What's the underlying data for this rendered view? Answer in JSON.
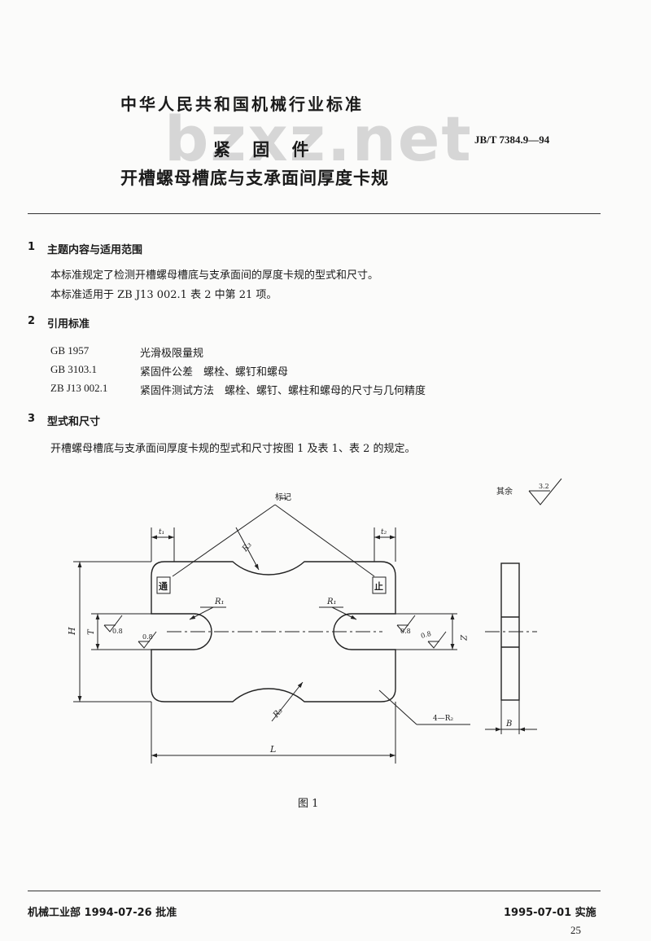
{
  "header": {
    "organization": "中华人民共和国机械行业标准",
    "standard_number": "JB/T 7384.9—94",
    "watermark": "bzxz.net"
  },
  "title": {
    "line1": "紧 固 件",
    "line2": "开槽螺母槽底与支承面间厚度卡规"
  },
  "sections": [
    {
      "number": "1",
      "title": "主题内容与适用范围",
      "paragraphs": [
        "本标准规定了检测开槽螺母槽底与支承面间的厚度卡规的型式和尺寸。",
        "本标准适用于 ZB J13 002.1 表 2 中第 21 项。"
      ]
    },
    {
      "number": "2",
      "title": "引用标准",
      "references": [
        {
          "code": "GB 1957",
          "name": "光滑极限量规"
        },
        {
          "code": "GB 3103.1",
          "name": "紧固件公差　螺栓、螺钉和螺母"
        },
        {
          "code": "ZB J13 002.1",
          "name": "紧固件测试方法　螺栓、螺钉、螺柱和螺母的尺寸与几何精度"
        }
      ]
    },
    {
      "number": "3",
      "title": "型式和尺寸",
      "paragraphs": [
        "开槽螺母槽底与支承面间厚度卡规的型式和尺寸按图 1 及表 1、表 2 的规定。"
      ]
    }
  ],
  "figure": {
    "caption": "图 1",
    "labels": {
      "mark": "标记",
      "go": "通",
      "nogo": "止",
      "t1": "t₁",
      "t2": "t₂",
      "r1_left": "R₁",
      "r1_right": "R₁",
      "r3_top": "R₃",
      "r3_bottom": "R₃",
      "h": "H",
      "t": "T",
      "z": "Z",
      "l": "L",
      "b": "B",
      "corner_radius": "4—R₂",
      "roughness_a": "0.8",
      "roughness_b": "0.8",
      "roughness_c": "0.8",
      "roughness_d": "0.8",
      "rest_label": "其余",
      "rest_value": "3.2"
    }
  },
  "footer": {
    "approval": "机械工业部 1994-07-26 批准",
    "implementation": "1995-07-01 实施",
    "page_number": "25"
  }
}
